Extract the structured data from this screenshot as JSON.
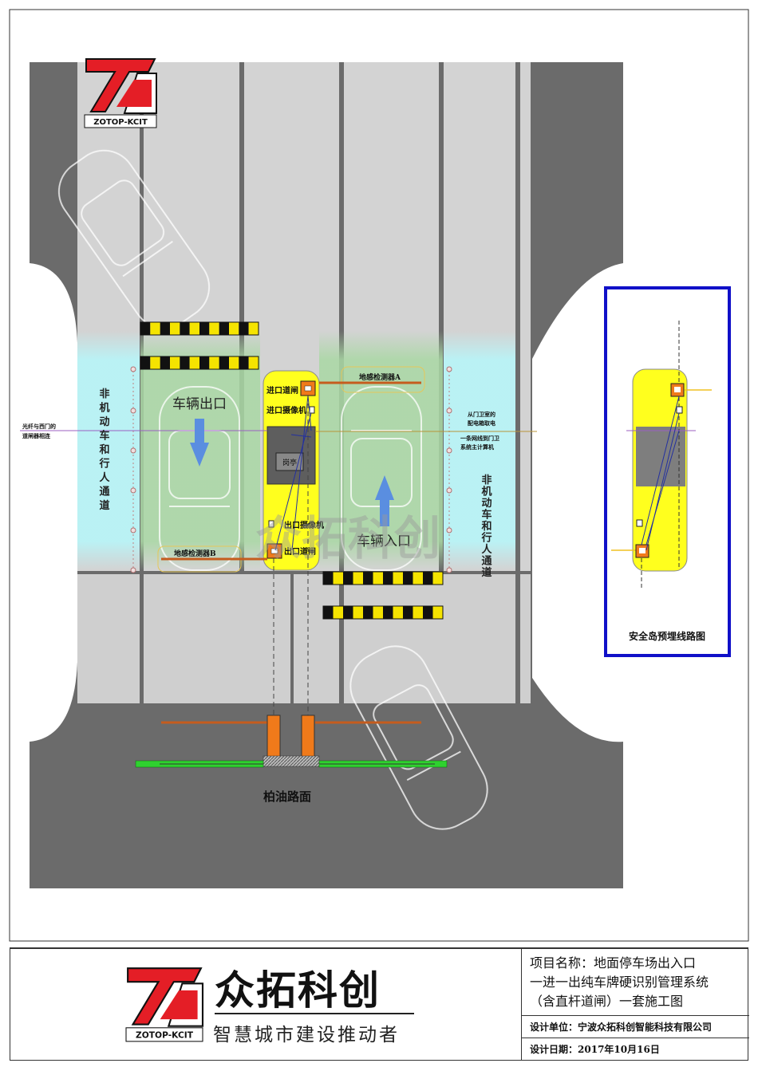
{
  "logo": {
    "text": "ZOTOP-KCIT",
    "colors": {
      "red": "#e41e26",
      "black": "#111111"
    }
  },
  "watermark": "众拓科创",
  "lanes": {
    "left_channel": "非机动车和行人通道",
    "right_channel": "非机动车和行人通道",
    "exit_label": "车辆出口",
    "entry_label": "车辆入口",
    "road_surface": "柏油路面"
  },
  "equipment": {
    "entry_gate": "进口道闸",
    "entry_camera": "进口摄像机",
    "exit_camera": "出口摄像机",
    "exit_gate": "出口道闸",
    "booth": "岗亭",
    "loop_a": "地感检测器A",
    "loop_b": "地感检测器B"
  },
  "annotations": {
    "left_cable": [
      "光纤与西门的",
      "道闸器相连"
    ],
    "right_power": [
      "从门卫室的",
      "配电箱取电"
    ],
    "right_network": [
      "一条网线到门卫",
      "系统主计算机"
    ]
  },
  "inset": {
    "title": "安全岛预埋线路图"
  },
  "colors": {
    "road": "#6b6b6b",
    "lane": "#d3d3d3",
    "island": "#ffff1e",
    "inset_border": "#1010c8",
    "arrow": "#5a8ee0",
    "gate_post": "#f07a1a",
    "stripe_yellow": "#f5e400"
  },
  "footer": {
    "brand": "众拓科创",
    "slogan": "智慧城市建设推动者",
    "project_label": "项目名称：",
    "project_lines": [
      "地面停车场出入口",
      "一进一出纯车牌硬识别管理系统",
      "（含直杆道闸）一套施工图"
    ],
    "company_label": "设计单位：",
    "company": "宁波众拓科创智能科技有限公司",
    "date_label": "设计日期：",
    "date": "2017年10月16日"
  }
}
